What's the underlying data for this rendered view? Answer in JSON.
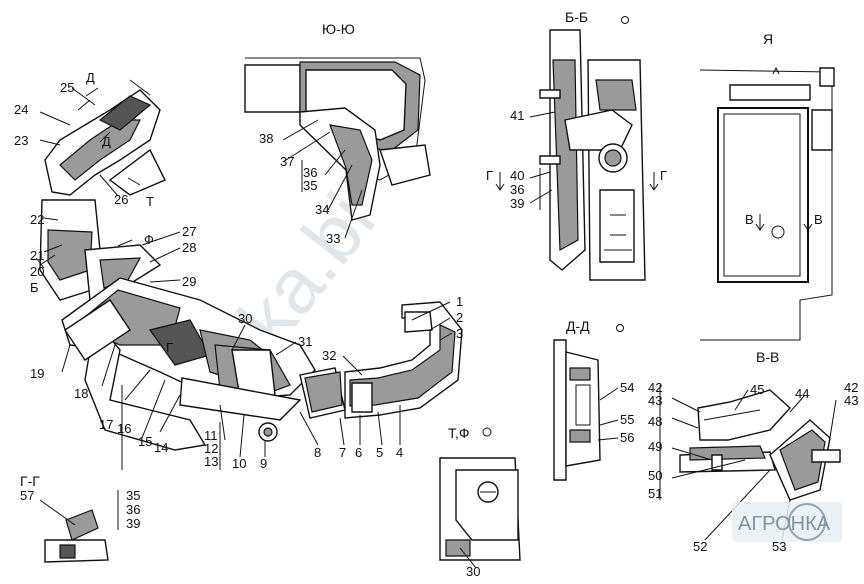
{
  "sections": {
    "yu": "Ю-Ю",
    "bb": "Б-Б",
    "ya": "Я",
    "dd": "Д-Д",
    "tf": "Т,Ф",
    "vv": "В-В",
    "gg": "Г-Г"
  },
  "view_marks": {
    "d1": "Д",
    "d2": "Д",
    "t": "Т",
    "b": "Б",
    "f": "Ф",
    "g_left": "Г",
    "g_right": "Г",
    "v_left": "В",
    "v_right": "В",
    "g_main": "Г"
  },
  "callouts": {
    "n1": "1",
    "n2": "2",
    "n3": "3",
    "n4": "4",
    "n5": "5",
    "n6": "6",
    "n7": "7",
    "n8": "8",
    "n9": "9",
    "n10": "10",
    "n11": "11",
    "n12": "12",
    "n13": "13",
    "n14": "14",
    "n15": "15",
    "n16": "16",
    "n17": "17",
    "n18": "18",
    "n19": "19",
    "n20": "20",
    "n21": "21",
    "n22": "22",
    "n23": "23",
    "n24": "24",
    "n25": "25",
    "n26": "26",
    "n27": "27",
    "n28": "28",
    "n29": "29",
    "n30": "30",
    "n31": "31",
    "n32": "32",
    "n33": "33",
    "n34": "34",
    "n35": "35",
    "n36": "36",
    "n37": "37",
    "n38": "38",
    "n39": "39",
    "n40": "40",
    "n41": "41",
    "n42": "42",
    "n43": "43",
    "n44": "44",
    "n45": "45",
    "n48": "48",
    "n49": "49",
    "n50": "50",
    "n51": "51",
    "n52": "52",
    "n53": "53",
    "n54": "54",
    "n55": "55",
    "n56": "56",
    "n57": "57",
    "n30b": "30",
    "n35b": "35",
    "n36b": "36",
    "n39b": "39",
    "n36c": "36",
    "n35c": "35",
    "n42b": "42",
    "n43b": "43"
  },
  "watermark": "oka.bi",
  "logo": "АГРОНКА"
}
